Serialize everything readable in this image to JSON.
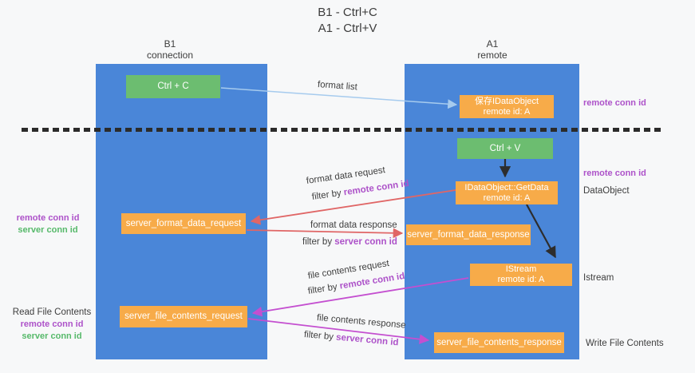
{
  "title": {
    "line1": "B1 - Ctrl+C",
    "line2": "A1 - Ctrl+V"
  },
  "columns": {
    "left": {
      "header_top": "B1",
      "header_bottom": "connection"
    },
    "right": {
      "header_top": "A1",
      "header_bottom": "remote"
    }
  },
  "boxes": {
    "ctrl_c": {
      "label": "Ctrl + C"
    },
    "save_idataobject": {
      "line1": "保存IDataObject",
      "line2": "remote id: A"
    },
    "ctrl_v": {
      "label": "Ctrl + V"
    },
    "getdata": {
      "line1": "IDataObject::GetData",
      "line2": "remote id: A"
    },
    "server_format_data_request": {
      "label": "server_format_data_request"
    },
    "server_format_data_response": {
      "label": "server_format_data_response"
    },
    "istream": {
      "line1": "IStream",
      "line2": "remote id: A"
    },
    "server_file_contents_request": {
      "label": "server_file_contents_request"
    },
    "server_file_contents_response": {
      "label": "server_file_contents_response"
    }
  },
  "flow_labels": [
    {
      "text": "format list"
    },
    {
      "text": "format data request"
    },
    {
      "prefix": "filter by ",
      "highlight": "remote conn id"
    },
    {
      "text": "format data response"
    },
    {
      "prefix": "filter by ",
      "highlight": "server conn id"
    },
    {
      "text": "file contents request"
    },
    {
      "prefix": "filter by ",
      "highlight": "remote conn id"
    },
    {
      "text": "file contents response"
    },
    {
      "prefix": "filter by ",
      "highlight": "server conn id"
    }
  ],
  "side_labels": {
    "right": [
      {
        "text": "remote conn id"
      },
      {
        "text": "remote conn id"
      },
      {
        "text": "DataObject"
      },
      {
        "text": "Istream"
      },
      {
        "text": "Write File Contents"
      }
    ],
    "left": [
      {
        "text": "remote conn id"
      },
      {
        "text": "server conn id"
      },
      {
        "text": "Read File Contents"
      },
      {
        "text": "remote conn id"
      },
      {
        "text": "server conn id"
      }
    ]
  },
  "colors": {
    "column_blue": "#4a86d8",
    "box_orange": "#f7ab49",
    "box_green": "#6cbd70",
    "arrow_red": "#e06666",
    "arrow_magenta": "#c44fd0",
    "arrow_light_blue": "#a6cbee",
    "arrow_black": "#2d2d2d",
    "label_purple": "#ad52c9",
    "label_green": "#56b96a",
    "dashed_line": "#2b2b2b"
  }
}
